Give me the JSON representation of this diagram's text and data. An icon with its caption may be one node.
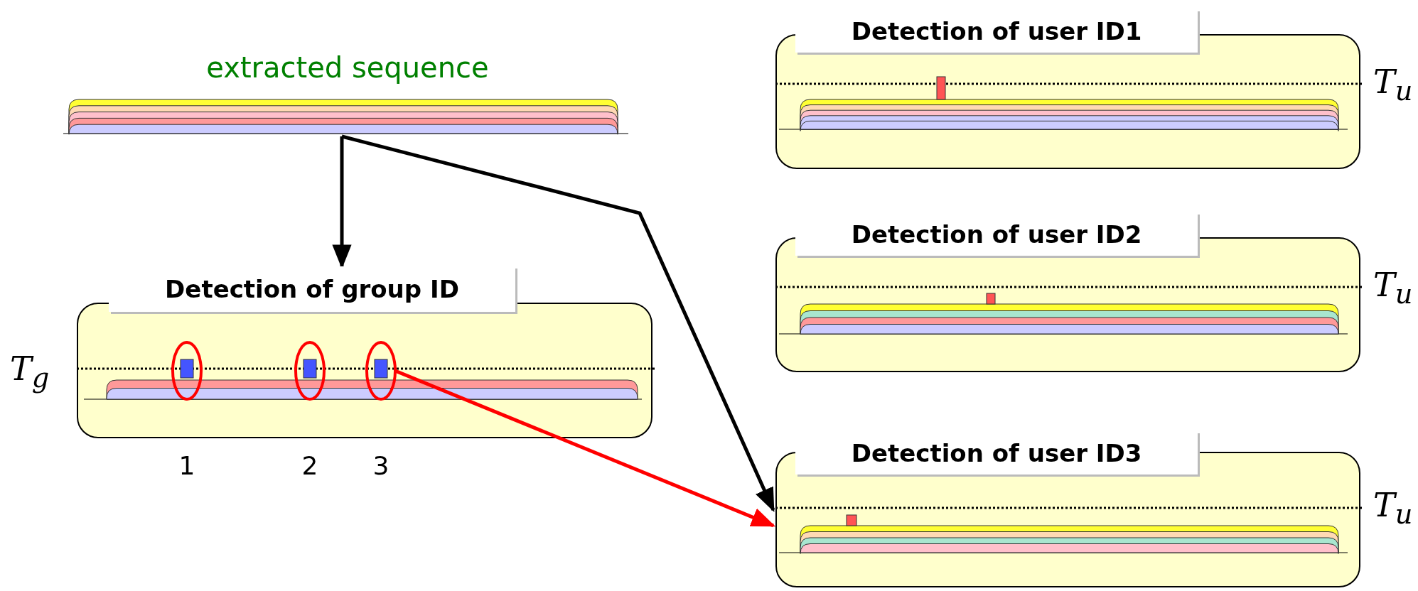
{
  "diagram": {
    "nodes": [
      {
        "text": [
          "extracted sequence"
        ]
      },
      {
        "text": [
          "Detection of group ID"
        ]
      },
      {
        "text": [
          "Detection of user ID1"
        ]
      },
      {
        "text": [
          "Detection of user ID2"
        ]
      },
      {
        "text": [
          "Detection of user ID3"
        ]
      },
      {
        "text": [],
        "shape": "circle",
        "in": 1,
        "beside": [
          "1"
        ]
      },
      {
        "text": [],
        "shape": "circle",
        "in": 1,
        "beside": [
          "2"
        ]
      },
      {
        "text": [],
        "shape": "circle",
        "in": 1,
        "beside": [
          "3"
        ]
      }
    ],
    "edges": [
      {
        "from": 0,
        "to": 1,
        "arrow": "to"
      },
      {
        "from": 0,
        "to": 4,
        "arrow": "to"
      },
      {
        "from": 7,
        "to": 4,
        "arrow": "to",
        "color": "#ff0000"
      }
    ],
    "labels": [
      "T$_{u}$",
      "T$_{u}$",
      "T$_{g}$",
      "T$_{u}$"
    ]
  }
}
